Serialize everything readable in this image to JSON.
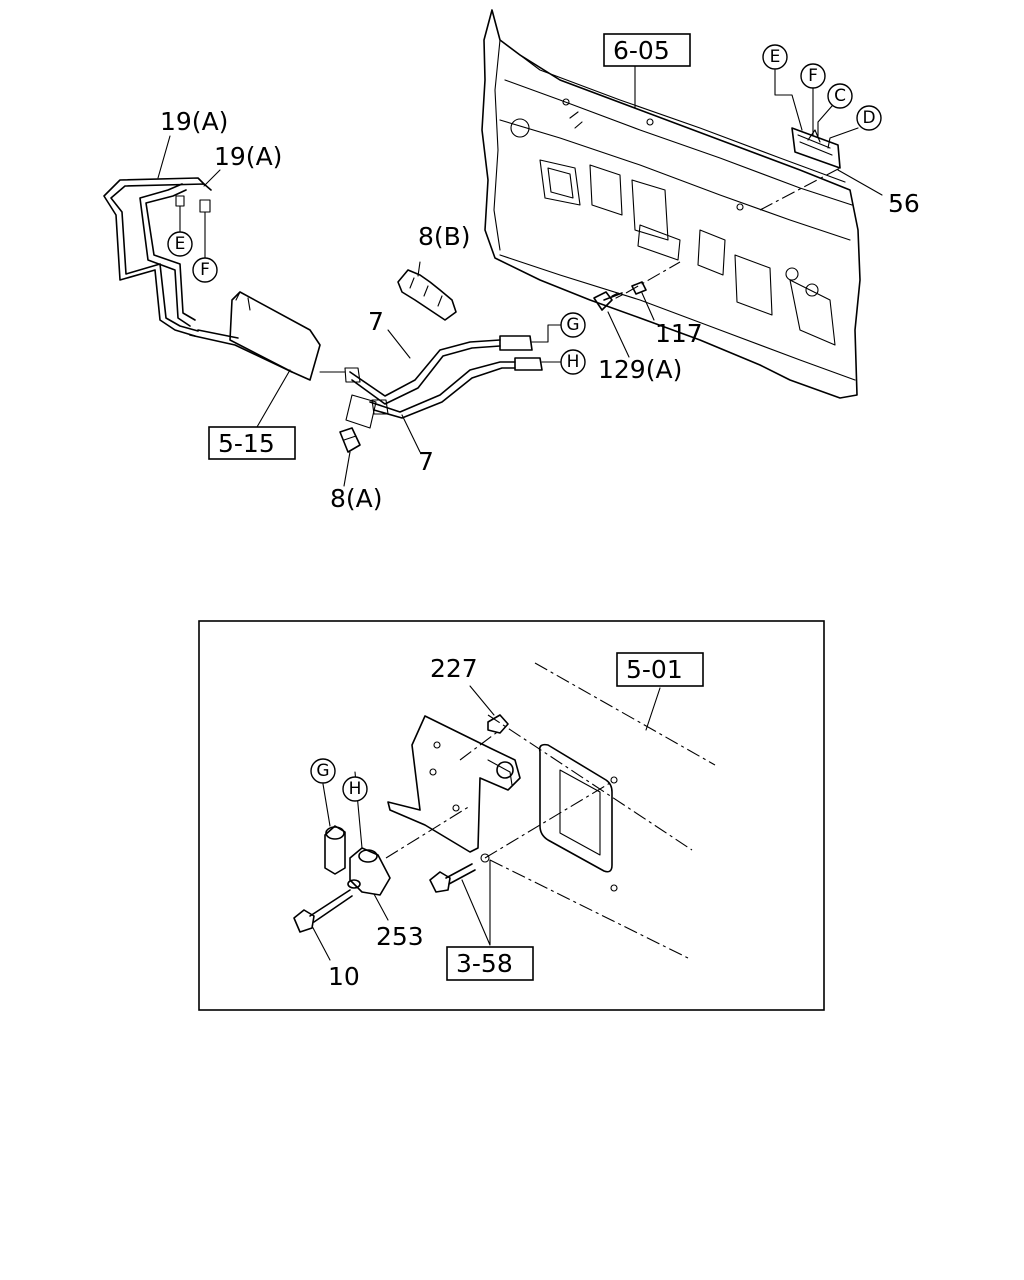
{
  "labels": {
    "l_19a_top": "19(A)",
    "l_19a_mid": "19(A)",
    "l_8b": "8(B)",
    "l_7_top": "7",
    "l_7_bot": "7",
    "l_8a": "8(A)",
    "l_117": "117",
    "l_129a": "129(A)",
    "l_56": "56",
    "l_227": "227",
    "l_253": "253",
    "l_10": "10"
  },
  "boxed_refs": {
    "r_605": "6-05",
    "r_515": "5-15",
    "r_501": "5-01",
    "r_358": "3-58"
  },
  "callouts": {
    "c_e1": "E",
    "c_f1": "F",
    "c_g1": "G",
    "c_h1": "H",
    "c_e2": "E",
    "c_f2": "F",
    "c_c": "C",
    "c_d": "D",
    "c_g2": "G",
    "c_h2": "H"
  }
}
